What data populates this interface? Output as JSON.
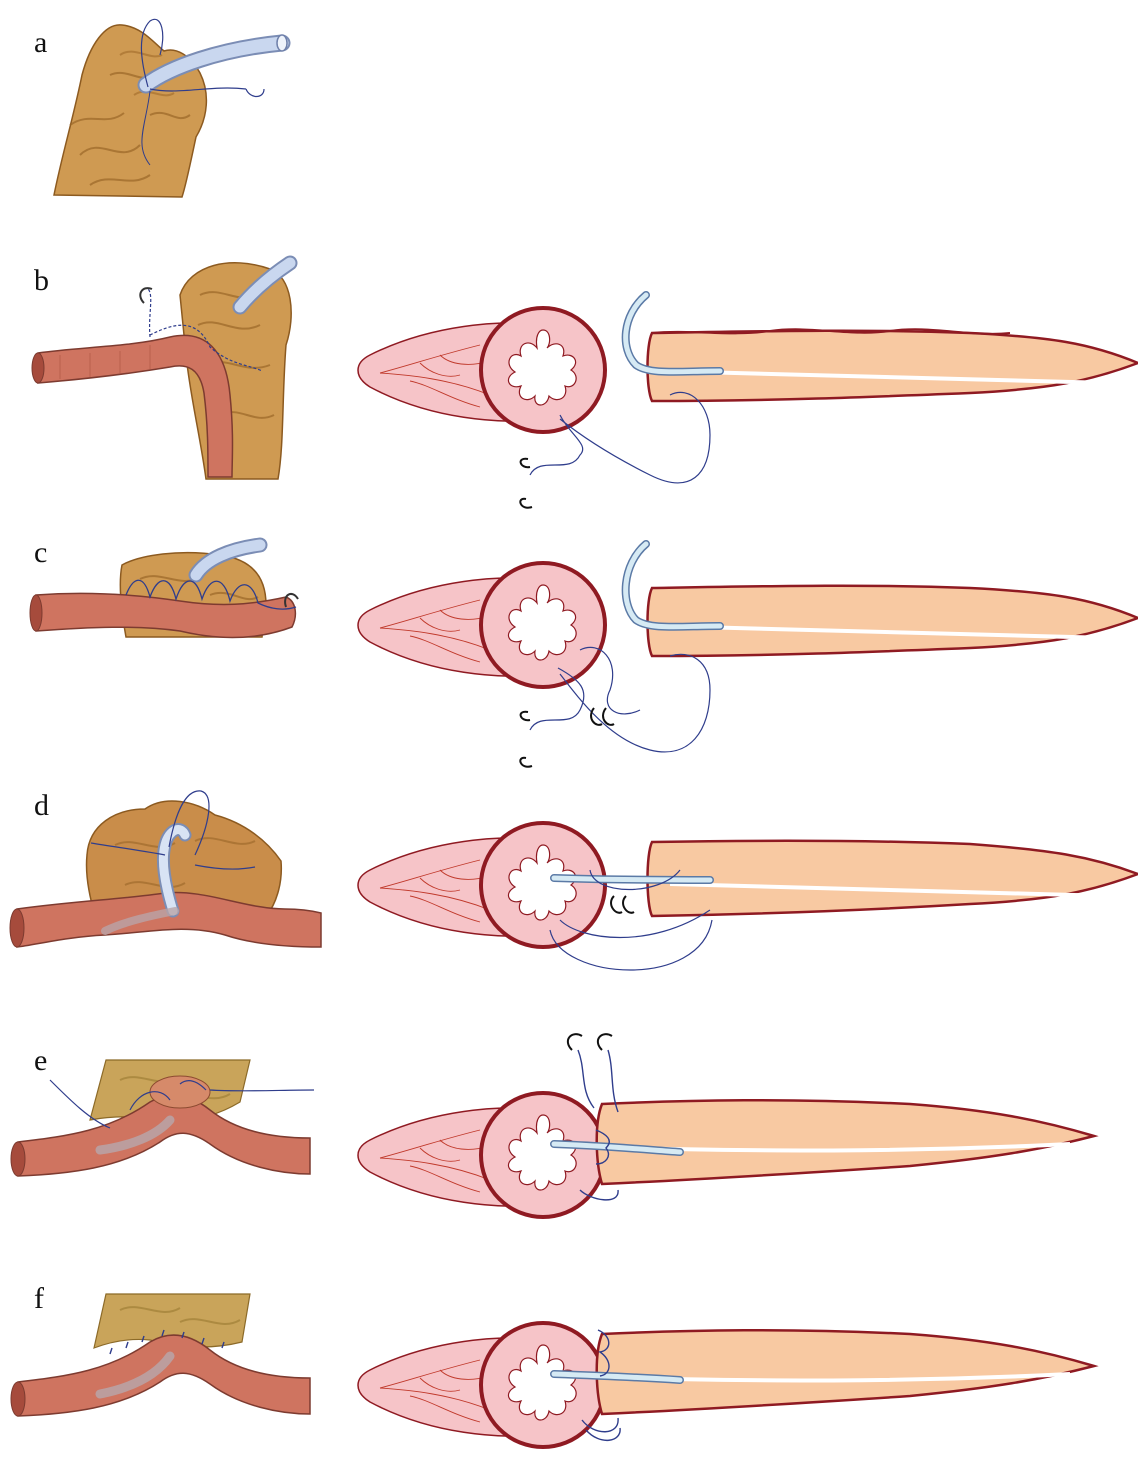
{
  "figure": {
    "panels": [
      {
        "label": "a"
      },
      {
        "label": "b"
      },
      {
        "label": "c"
      },
      {
        "label": "d"
      },
      {
        "label": "e"
      },
      {
        "label": "f"
      }
    ]
  },
  "colors": {
    "pancreas_fill": "#cf9a52",
    "pancreas_dark": "#a86f2c",
    "jejunum_fill": "#cf7460",
    "jejunum_stroke": "#7d3b30",
    "stent": "#b9cbe8",
    "suture": "#2f3d8c",
    "section_pink": "#f6c4c8",
    "section_ring": "#8f1a22",
    "pancreas_section": "#f8c9a2",
    "duct": "#ffffff"
  }
}
